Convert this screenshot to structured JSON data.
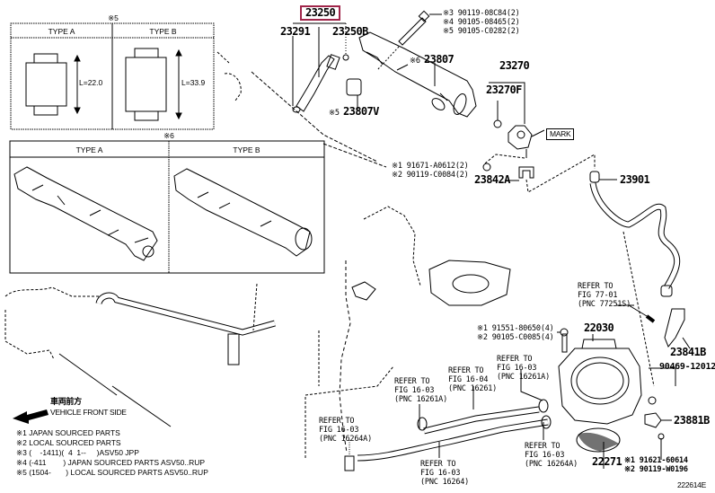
{
  "highlight_part": "23250",
  "parts": {
    "p23291": "23291",
    "p23250b": "23250B",
    "p23807": "23807",
    "p23807v": "23807V",
    "p23270": "23270",
    "p23270f": "23270F",
    "p23842a": "23842A",
    "p23901": "23901",
    "p22030": "22030",
    "p23841b": "23841B",
    "p90469": "90469-12012",
    "p23881b": "23881B",
    "p22271": "22271"
  },
  "marks": {
    "m23807": "※6",
    "m23807v": "※5"
  },
  "bolt_group_top": [
    "※3 90119-08C84(2)",
    "※4 90105-08465(2)",
    "※5 90105-C0282(2)"
  ],
  "bolt_group_mid": [
    "※1 91671-A0612(2)",
    "※2 90119-C0084(2)"
  ],
  "bolt_group_throttle": [
    "※1 91551-80650(4)",
    "※2 90105-C0085(4)"
  ],
  "bolt_group_bottom": [
    "※1 91621-60614",
    "※2 90119-W0196"
  ],
  "mark_label": "MARK",
  "refer_notes": [
    {
      "line1": "REFER TO",
      "line2": "FIG 77-01",
      "line3": "(PNC 77251S)"
    },
    {
      "line1": "REFER TO",
      "line2": "FIG 16-03",
      "line3": "(PNC 16261A)"
    },
    {
      "line1": "REFER TO",
      "line2": "FIG 16-04",
      "line3": "(PNC 16261)"
    },
    {
      "line1": "REFER TO",
      "line2": "FIG 16-03",
      "line3": "(PNC 16261A)"
    },
    {
      "line1": "REFER TO",
      "line2": "FIG 16-03",
      "line3": "(PNC 16264A)"
    },
    {
      "line1": "REFER TO",
      "line2": "FIG 16-03",
      "line3": "(PNC 16264)"
    },
    {
      "line1": "REFER TO",
      "line2": "FIG 16-03",
      "line3": "(PNC 16264A)"
    }
  ],
  "box5": {
    "title": "※5",
    "type_a": "TYPE A",
    "type_b": "TYPE B",
    "dim_a": "L=22.0",
    "dim_b": "L=33.9"
  },
  "box6": {
    "title": "※6",
    "type_a": "TYPE A",
    "type_b": "TYPE B"
  },
  "front": {
    "jp": "車両前方",
    "en": "VEHICLE FRONT SIDE"
  },
  "legend": [
    "※1 JAPAN SOURCED PARTS",
    "※2 LOCAL SOURCED PARTS",
    "※3 (    -1411)(  4  1--     )ASV50 JPP",
    "※4 (-411        ) JAPAN SOURCED PARTS ASV50..RUP",
    "※5 (1504-       ) LOCAL SOURCED PARTS ASV50..RUP"
  ],
  "figure_id": "222614E"
}
